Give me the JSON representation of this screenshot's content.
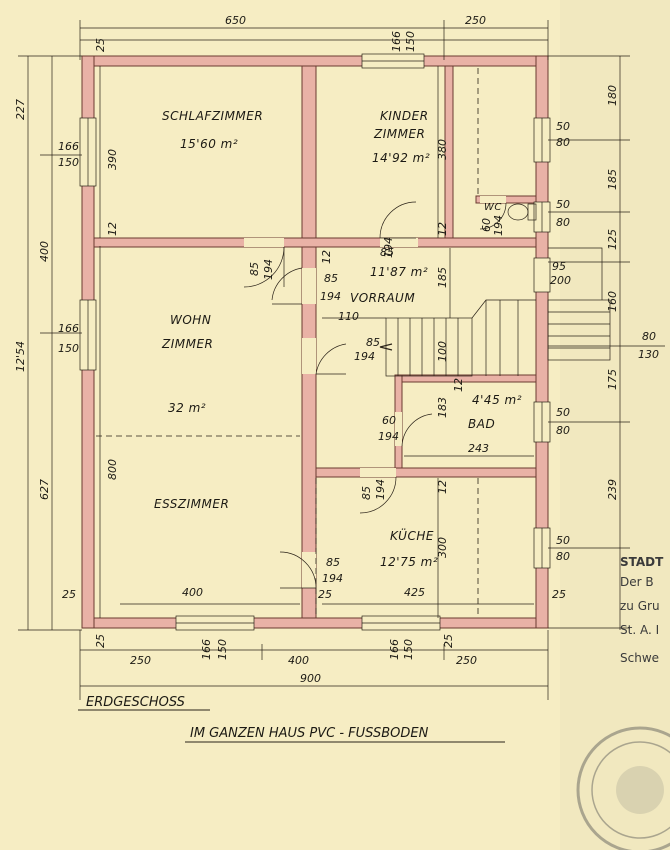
{
  "plan": {
    "title": "ERDGESCHOSS",
    "note": "IM GANZEN HAUS PVC - FUSSBODEN",
    "rooms": {
      "schlafzimmer": {
        "name": "SCHLAFZIMMER",
        "area": "15'60 m²"
      },
      "kinderzimmer": {
        "name1": "KINDER",
        "name2": "ZIMMER",
        "area": "14'92 m²"
      },
      "wc": {
        "name": "WC"
      },
      "vorraum": {
        "name": "VORRAUM",
        "area": "11'87 m²"
      },
      "wohnzimmer": {
        "name1": "WOHN",
        "name2": "ZIMMER",
        "area": "32 m²"
      },
      "esszimmer": {
        "name": "ESSZIMMER"
      },
      "bad": {
        "name": "BAD",
        "area": "4'45 m²"
      },
      "kueche": {
        "name": "KÜCHE",
        "area": "12'75 m²"
      }
    },
    "dims": {
      "top_left": "650",
      "top_right": "250",
      "top_25": "25",
      "top_166": "166",
      "top_150": "150",
      "left_227": "227",
      "left_400": "400",
      "left_1254": "12'54",
      "left_627": "627",
      "left_166a": "166",
      "left_150a": "150",
      "left_166b": "166",
      "left_150b": "150",
      "v390": "390",
      "v380": "380",
      "v12a": "12",
      "v12b": "12",
      "v185": "185",
      "v100": "100",
      "v12c": "12",
      "v183": "183",
      "v12d": "12",
      "v800": "800",
      "v12e": "12",
      "v300": "300",
      "d85a": "85",
      "d194a": "194",
      "d60wc": "60",
      "d194wc": "194",
      "d85b": "85",
      "d194b": "194",
      "d85c": "85",
      "d194c": "194",
      "d85d": "85",
      "d194d": "194",
      "d60": "60",
      "d194e": "194",
      "d85e": "85",
      "d194f": "194",
      "d85f": "85",
      "d194g": "194",
      "w110": "110",
      "w243": "243",
      "w400": "400",
      "w425": "425",
      "w25a": "25",
      "w25b": "25",
      "w25c": "25",
      "r180": "180",
      "r185": "185",
      "r125": "125",
      "r160": "160",
      "r175": "175",
      "r239": "239",
      "r50a": "50",
      "r80a": "80",
      "r50b": "50",
      "r80b": "80",
      "r95": "95",
      "r200": "200",
      "r80c": "80",
      "r130": "130",
      "r50c": "50",
      "r80d": "80",
      "r50d": "50",
      "r80e": "80",
      "b25a": "25",
      "b25b": "25",
      "b166a": "166",
      "b150a": "150",
      "b166b": "166",
      "b150b": "150",
      "b250a": "250",
      "b400": "400",
      "b250b": "250",
      "b900": "900"
    },
    "stamp": {
      "line1": "STADT",
      "line2": "Der B",
      "line3": "zu Gru",
      "line4": "St. A. I",
      "line5": "Schwe"
    }
  }
}
